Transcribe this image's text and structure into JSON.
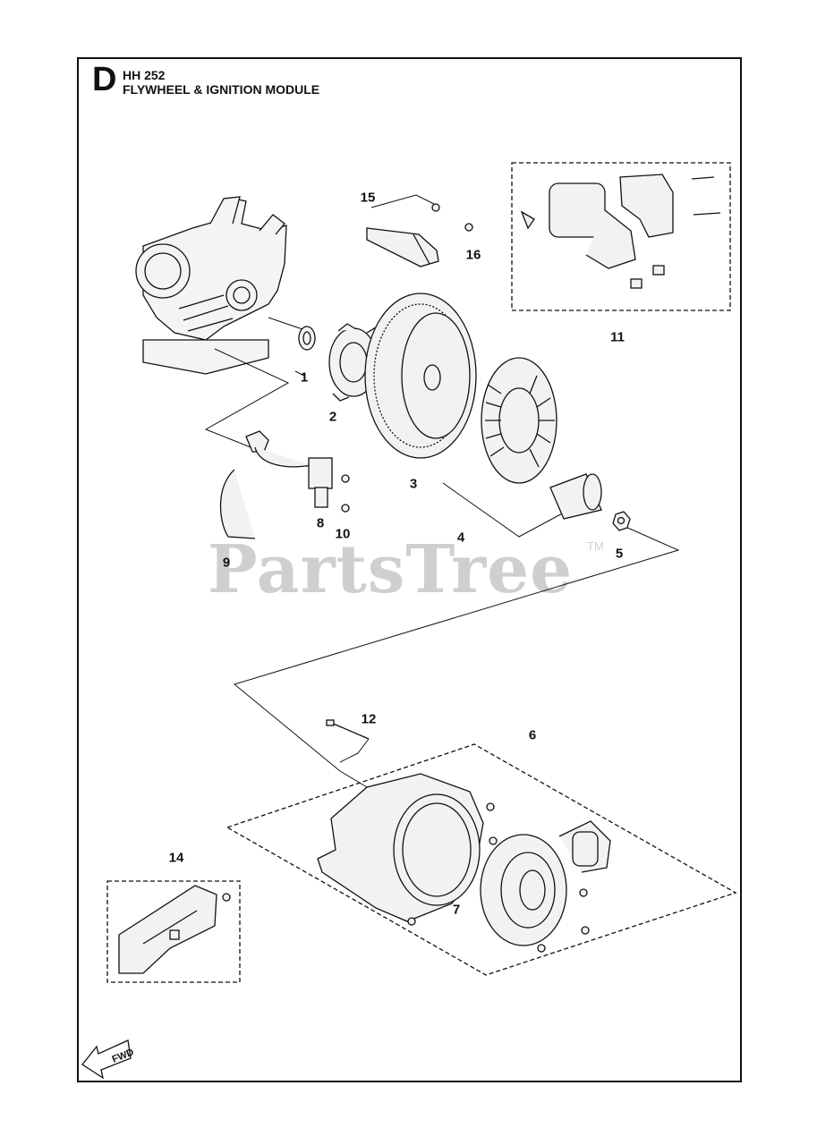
{
  "header": {
    "section_letter": "D",
    "model": "HH 252",
    "title": "FLYWHEEL & IGNITION MODULE"
  },
  "watermark": {
    "text": "PartsTree",
    "tm": "TM"
  },
  "fwd_label": "FWD",
  "callouts": {
    "c1": "1",
    "c2": "2",
    "c3": "3",
    "c4": "4",
    "c5": "5",
    "c6": "6",
    "c7": "7",
    "c8": "8",
    "c9": "9",
    "c10": "10",
    "c11": "11",
    "c12": "12",
    "c14": "14",
    "c15": "15",
    "c16": "16"
  },
  "colors": {
    "line": "#111111",
    "watermark": "#cfcfcf",
    "part_fill": "#f2f2f2"
  }
}
